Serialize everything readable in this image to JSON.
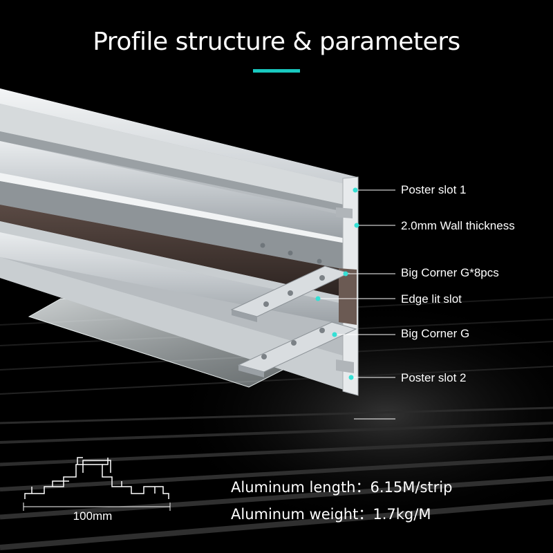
{
  "header": {
    "title": "Profile structure & parameters"
  },
  "colors": {
    "accent": "#19C9C0",
    "dot": "#35E0D5",
    "text": "#FFFFFF",
    "background": "#000000"
  },
  "callouts": [
    {
      "label": "Poster slot 1"
    },
    {
      "label": "2.0mm Wall thickness"
    },
    {
      "label": "Big Corner G*8pcs"
    },
    {
      "label": "Edge lit slot"
    },
    {
      "label": "Big Corner G"
    },
    {
      "label": "Poster slot 2"
    }
  ],
  "cross_section": {
    "width_label": "100mm"
  },
  "specs": {
    "length": "Aluminum length：6.15M/strip",
    "weight": "Aluminum weight：1.7kg/M"
  }
}
